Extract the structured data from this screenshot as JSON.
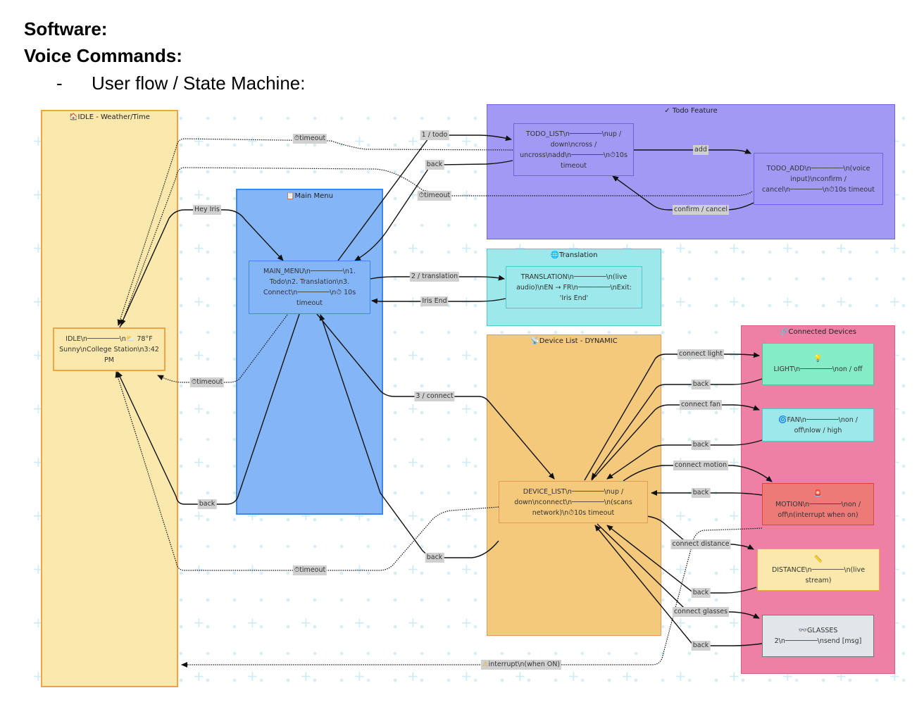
{
  "document": {
    "heading1": "Software:",
    "heading2": "Voice Commands:",
    "bullet_dash": "-",
    "bullet_text": "User flow / State Machine:"
  },
  "diagram": {
    "groups": {
      "idle": {
        "icon": "house-icon",
        "icon_glyph": "🏠",
        "title": "IDLE - Weather/Time",
        "color": "#fbe8ac",
        "border": "#f0a444"
      },
      "main_menu": {
        "icon": "memo-icon",
        "icon_glyph": "📋",
        "title": "Main Menu",
        "color": "#84b5f7",
        "border": "#3f86ee"
      },
      "todo": {
        "icon": "check-icon",
        "icon_glyph": "✓",
        "title": "Todo Feature",
        "color": "#a199f4",
        "border": "#6d62e8"
      },
      "translation": {
        "icon": "globe-icon",
        "icon_glyph": "🌐",
        "title": "Translation",
        "color": "#9de8ea",
        "border": "#52c7cc"
      },
      "device_list": {
        "icon": "satellite-icon",
        "icon_glyph": "📡",
        "title": "Device List - DYNAMIC",
        "color": "#f4c97c",
        "border": "#e59a5c"
      },
      "connected": {
        "icon": "link-icon",
        "icon_glyph": "🔗",
        "title": "Connected Devices",
        "color": "#ee80a6",
        "border": "#d85c8a"
      }
    },
    "nodes": {
      "idle": {
        "text": "IDLE\\n────────\\n",
        "icon": "sun-cloud-icon",
        "icon_glyph": "⛅",
        "text2": "78°F Sunny\\nCollege Station\\n3:42 PM",
        "color": "#fbe8ac",
        "border": "#f0a444"
      },
      "main_menu": {
        "text": "MAIN_MENU\\n────────\\n1. Todo\\n2. Translation\\n3. Connect\\n────────\\n",
        "icon": "timer-icon",
        "icon_glyph": "⏱",
        "text2": "10s timeout",
        "color": "#84b5f7",
        "border": "#3f86ee"
      },
      "todo_list": {
        "text": "TODO_LIST\\n────────\\nup / down\\ncross / uncross\\nadd\\n────────\\n",
        "icon": "timer-icon",
        "icon_glyph": "⏱",
        "text2": "10s timeout",
        "color": "#a199f4",
        "border": "#6d62e8"
      },
      "todo_add": {
        "text": "TODO_ADD\\n────────\\n(voice input)\\nconfirm / cancel\\n────────\\n",
        "icon": "timer-icon",
        "icon_glyph": "⏱",
        "text2": "10s timeout",
        "color": "#a199f4",
        "border": "#6d62e8"
      },
      "translation": {
        "text": "TRANSLATION\\n────────\\n(live audio)\\nEN → FR\\n────────\\nExit: 'Iris End'",
        "color": "#9de8ea",
        "border": "#52c7cc"
      },
      "device_list": {
        "text": "DEVICE_LIST\\n────────\\nup / down\\nconnect\\n────────\\n(scans network)\\n",
        "icon": "timer-icon",
        "icon_glyph": "⏱",
        "text2": "10s timeout",
        "color": "#f4c97c",
        "border": "#e59a5c"
      },
      "light": {
        "icon": "lightbulb-icon",
        "icon_glyph": "💡",
        "text": "LIGHT\\n────────\\non / off",
        "color": "#84ecc6",
        "border": "#4dc59a"
      },
      "fan": {
        "icon": "cyclone-icon",
        "icon_glyph": "🌀",
        "text": "FAN\\n────────\\non / off\\nlow / high",
        "color": "#9de8ea",
        "border": "#52c7cc"
      },
      "motion": {
        "icon": "alarm-light-icon",
        "icon_glyph": "🚨",
        "text": "MOTION\\n────────\\non / off\\n(interrupt when on)",
        "color": "#ee7a78",
        "border": "#d9453f"
      },
      "distance": {
        "icon": "ruler-icon",
        "icon_glyph": "📏",
        "text": "DISTANCE\\n────────\\n(live stream)",
        "color": "#fbe8ac",
        "border": "#f0a444"
      },
      "glasses": {
        "icon": "glasses-icon",
        "icon_glyph": "👓",
        "text": "GLASSES 2\\n────────\\nsend [msg]",
        "color": "#e2e6ea",
        "border": "#777777"
      }
    },
    "edge_labels": {
      "timeout_todo": "timeout",
      "one_todo": "1 / todo",
      "back_todo": "back",
      "timeout_add": "timeout",
      "hey_iris": "Hey Iris",
      "add": "add",
      "confirm_cancel": "confirm / cancel",
      "two_translation": "2 / translation",
      "iris_end": "Iris End",
      "timeout_menu": "timeout",
      "three_connect": "3 / connect",
      "back_menu_idle": "back",
      "back_dev_menu": "back",
      "timeout_dev": "timeout",
      "connect_light": "connect light",
      "back_light": "back",
      "connect_fan": "connect fan",
      "back_fan": "back",
      "connect_motion": "connect motion",
      "back_motion": "back",
      "connect_distance": "connect distance",
      "back_distance": "back",
      "connect_glasses": "connect glasses",
      "back_glasses": "back",
      "interrupt": "interrupt\\n(when ON)"
    },
    "edge_label_icons": {
      "timer": "⏱",
      "warning": "⚠"
    }
  }
}
